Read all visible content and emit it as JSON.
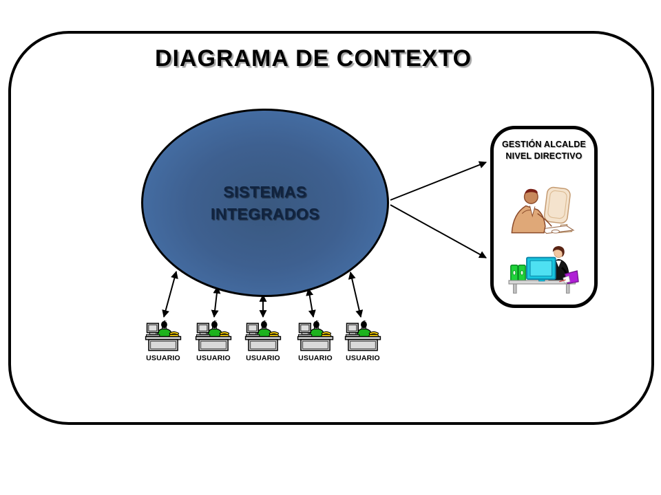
{
  "title": "DIAGRAMA DE CONTEXTO",
  "process": {
    "name_line1": "SISTEMAS",
    "name_line2": "INTEGRADOS"
  },
  "external_entity": {
    "title_line1": "GESTIÓN ALCALDE",
    "title_line2": "NIVEL DIRECTIVO",
    "illustrations": [
      "man-at-computer-clipart",
      "woman-at-desk-clipart"
    ]
  },
  "users": [
    {
      "label": "USUARIO"
    },
    {
      "label": "USUARIO"
    },
    {
      "label": "USUARIO"
    },
    {
      "label": "USUARIO"
    },
    {
      "label": "USUARIO"
    }
  ],
  "connections": {
    "process_to_entity_arrows": 2,
    "process_to_user_double_arrows": 5
  },
  "icons": {
    "workstation": "desk-computer-user-icon"
  },
  "colors": {
    "background": "#ffffff",
    "outline": "#000000",
    "ellipse_center": "#39587f",
    "ellipse_edge": "#4a79b4",
    "process_text": "#10233f",
    "user_shirt_green": "#1db31d",
    "phone_yellow": "#ffd400",
    "desk_gray": "#cdcdcd",
    "monitor_cyan": "#18c4dd",
    "binder_green": "#1fd23a",
    "folder_magenta": "#b01fd6"
  }
}
